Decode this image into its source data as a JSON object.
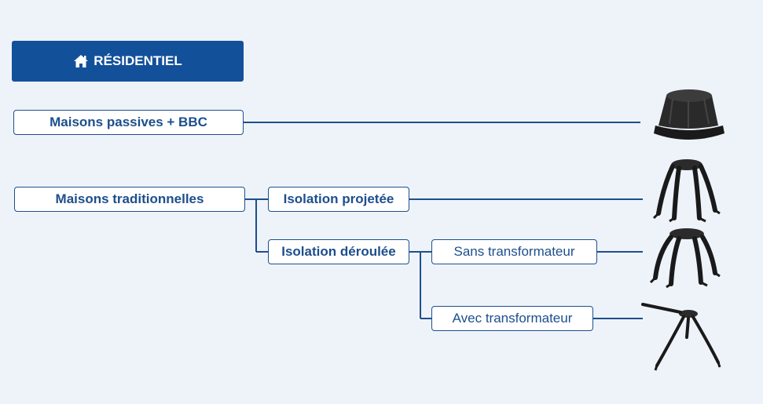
{
  "header": {
    "title": "RÉSIDENTIEL",
    "icon": "house-icon"
  },
  "nodes": {
    "passive": "Maisons passives + BBC",
    "traditional": "Maisons traditionnelles",
    "sprayed": "Isolation projetée",
    "rolled": "Isolation déroulée",
    "without_transformer": "Sans transformateur",
    "with_transformer": "Avec transformateur"
  },
  "products": [
    {
      "name": "closed-dome-cover"
    },
    {
      "name": "open-cage-cover-tall"
    },
    {
      "name": "open-cage-cover-short"
    },
    {
      "name": "tripod-support"
    }
  ],
  "colors": {
    "header_bg": "#13509a",
    "border": "#1d4f8c",
    "text": "#1d4f8c",
    "background": "#eef3fa",
    "product": "#1a1a1a"
  }
}
